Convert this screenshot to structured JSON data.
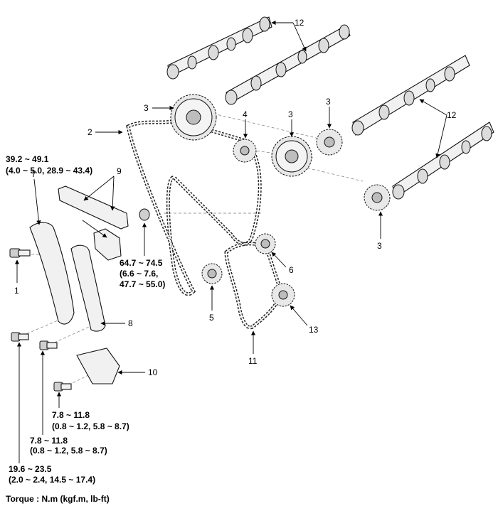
{
  "callouts": {
    "c1": "1",
    "c2": "2",
    "c3a": "3",
    "c3b": "3",
    "c3c": "3",
    "c3d": "3",
    "c4": "4",
    "c5": "5",
    "c6": "6",
    "c7": "7",
    "c8": "8",
    "c9": "9",
    "c10": "10",
    "c11": "11",
    "c12a": "12",
    "c12b": "12",
    "c13": "13"
  },
  "torques": {
    "bolt1": {
      "line1": "39.2 ~ 49.1",
      "line2": "(4.0 ~ 5.0, 28.9 ~ 43.4)"
    },
    "center": {
      "line1": "64.7 ~ 74.5",
      "line2": "(6.6 ~ 7.6,",
      "line3": "47.7 ~ 55.0)"
    },
    "tensioner": {
      "line1": "7.8 ~ 11.8",
      "line2": "(0.8 ~ 1.2, 5.8 ~ 8.7)"
    },
    "guide": {
      "line1": "7.8 ~ 11.8",
      "line2": "(0.8 ~ 1.2, 5.8 ~ 8.7)"
    },
    "lower": {
      "line1": "19.6 ~ 23.5",
      "line2": "(2.0 ~ 2.4, 14.5 ~ 17.4)"
    }
  },
  "legend": "Torque : N.m (kgf.m, lb-ft)"
}
